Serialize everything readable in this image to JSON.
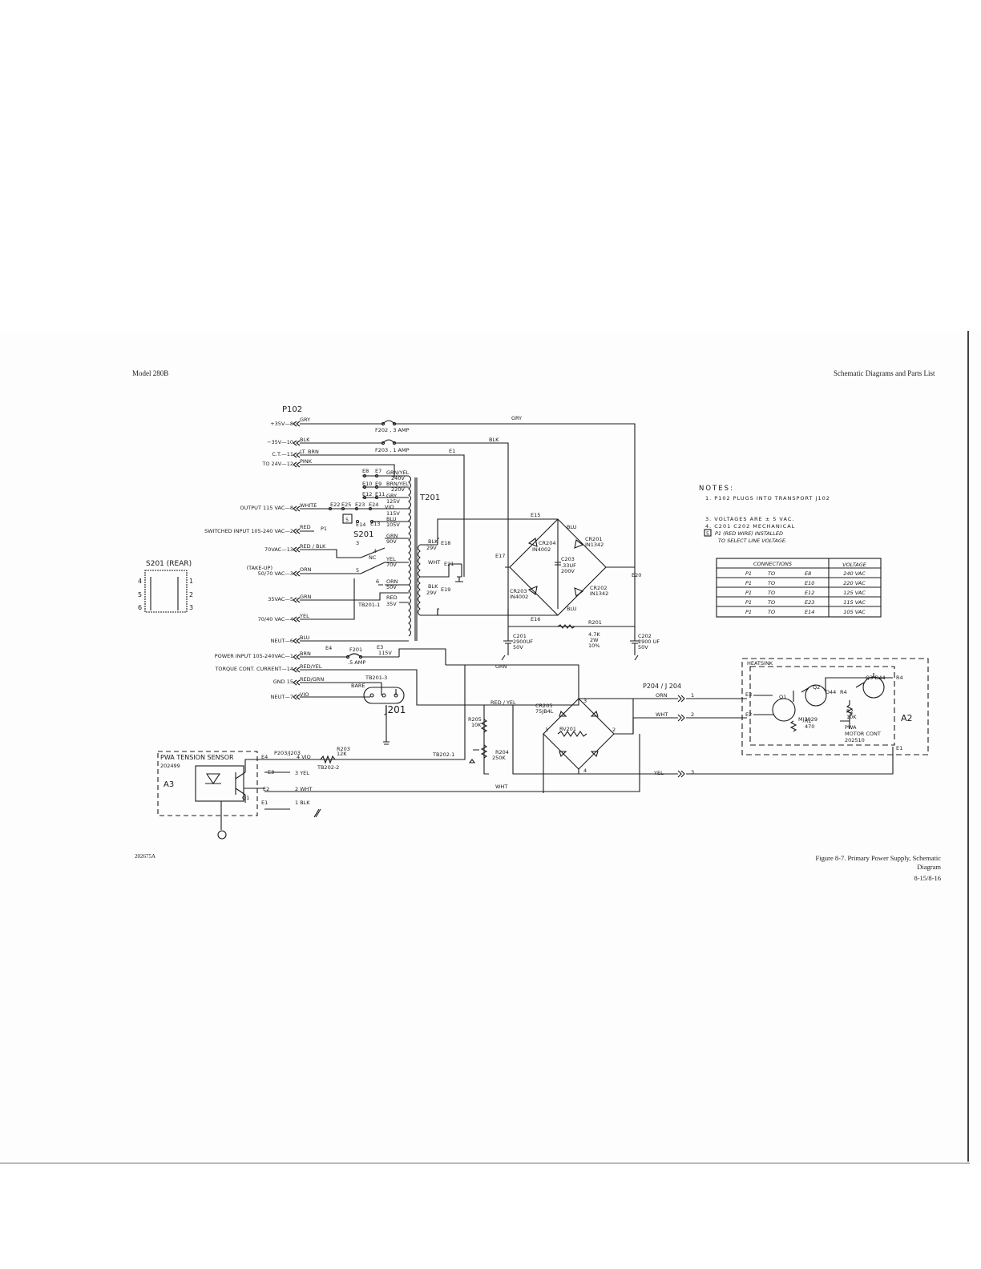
{
  "header": {
    "model": "Model 280B",
    "section": "Schematic Diagrams and Parts List"
  },
  "footer": {
    "drawing_number": "202675A",
    "caption_line1": "Figure 8-7.  Primary Power Supply, Schematic",
    "caption_line2": "Diagram",
    "page": "8-15/8-16"
  },
  "connector_p102": {
    "title": "P102",
    "pins": [
      {
        "label": "+35V—8",
        "wire": "GRY"
      },
      {
        "label": "−35V—10",
        "wire": "BLK"
      },
      {
        "label": "C.T.—11",
        "wire": "LT. BRN"
      },
      {
        "label": "TO 24V—12",
        "wire": "PINK"
      },
      {
        "label": "OUTPUT 115 VAC—8",
        "wire": "WHITE"
      },
      {
        "label": "SWITCHED INPUT 105-240 VAC—2",
        "wire": "RED"
      },
      {
        "label": "70VAC—13",
        "wire": "RED / BLK"
      },
      {
        "label": "(TAKE-UP)",
        "wire": ""
      },
      {
        "label": "50/70 VAC—3",
        "wire": "ORN"
      },
      {
        "label": "35VAC—5",
        "wire": "GRN"
      },
      {
        "label": "70/40 VAC—4",
        "wire": "YEL"
      },
      {
        "label": "NEUT—6",
        "wire": "BLU"
      },
      {
        "label": "POWER INPUT 105-240VAC—1",
        "wire": "BRN"
      },
      {
        "label": "TORQUE CONT. CURRENT—14",
        "wire": "RED/YEL"
      },
      {
        "label": "GND 15",
        "wire": "RED/GRN"
      },
      {
        "label": "NEUT—7",
        "wire": "VIO"
      }
    ]
  },
  "components": {
    "f202": "F202 , 3 AMP",
    "f203": "F203 , 1 AMP",
    "f201": "F201",
    "f201_rating": ".5 AMP",
    "t201": "T201",
    "s201": "S201",
    "s201_rear": "S201 (REAR)",
    "j201": "J201",
    "tb201": "TB201-1",
    "tb201_3": "TB201-3",
    "bare": "BARE",
    "cr204": "CR204",
    "cr204_part": "IN4002",
    "cr203": "CR203",
    "cr203_part": "IN4002",
    "cr201": "CR201",
    "cr201_part": "IN1342",
    "cr202": "CR202",
    "cr202_part": "IN1342",
    "c203": "C203",
    "c203_val": ".33UF",
    "c203_v": "200V",
    "c201": "C201",
    "c201_val": "2900UF",
    "c201_v": "50V",
    "c202": "C202",
    "c202_val": "2900 UF",
    "c202_v": "50V",
    "r201": "R201",
    "r201_val": "4.7K",
    "r201_w": "2W",
    "r201_tol": "10%",
    "cr205": "CR205",
    "cr205_part": "75JB4L",
    "rv201": "RV201",
    "r205": "R205",
    "r205_val": "10K",
    "r204": "R204",
    "r204_val": "250K",
    "r203": "R203",
    "r203_val": "12K",
    "tb202_1": "TB202-1",
    "tb202_2": "TB202-2",
    "p203": "P203/J203",
    "p204": "P204 / J 204",
    "taps": [
      "GRN/YEL",
      "240V",
      "BRN/YEL",
      "220V",
      "GRY",
      "125V",
      "VIO",
      "115V",
      "BLU",
      "105V",
      "GRN",
      "90V",
      "YEL",
      "70V",
      "ORN",
      "50V",
      "RED",
      "35V"
    ],
    "tap_points": [
      "E8",
      "E7",
      "E10",
      "E9",
      "E12",
      "E11",
      "E22",
      "E25",
      "E23",
      "E24",
      "E14",
      "E13",
      "E15",
      "E16",
      "E17",
      "E18",
      "E19",
      "E20",
      "E21",
      "E1",
      "E3",
      "E4"
    ],
    "secondary": [
      "BLK",
      "29V",
      "WHT",
      "BLK",
      "29V",
      "BLU",
      "BLU"
    ]
  },
  "switch_labels": {
    "nc": "NC",
    "p1": "P1",
    "five_box": "5"
  },
  "s201_rows": [
    "4",
    "5",
    "6",
    "1",
    "2",
    "3"
  ],
  "wires": {
    "grn": "GRN",
    "red_yel": "RED / YEL",
    "orn": "ORN",
    "wht": "WHT",
    "yel": "YEL",
    "gry": "GRY",
    "blk": "BLK"
  },
  "tension_sensor": {
    "title": "PWA TENSION SENSOR",
    "part": "202499",
    "assembly": "A3",
    "q": "Q1",
    "pins": [
      {
        "e": "E4",
        "wire": "4 VIO"
      },
      {
        "e": "E3",
        "wire": "3 YEL"
      },
      {
        "e": "E2",
        "wire": "2 WHT"
      },
      {
        "e": "E1",
        "wire": "1 BLK"
      }
    ]
  },
  "motor_control": {
    "heatsink": "HEATSINK",
    "q1": "Q1",
    "q1_part": "MJ3029",
    "q2": "Q2",
    "q2_part": "D44",
    "q3": "Q3 D44",
    "r4": "R4",
    "r4b": "R4",
    "r2": "R2",
    "r2_val": "10K",
    "r1": "R1",
    "r1_val": "470",
    "pwa": "PWA",
    "pwa_name": "MOTOR CONT",
    "pwa_part": "202510",
    "assembly": "A2",
    "e3": "E3",
    "e2": "E2",
    "e1": "E1"
  },
  "notes": {
    "title": "NOTES:",
    "items": [
      "1. P102 PLUGS INTO TRANSPORT J102",
      "3. VOLTAGES ARE ± 5 VAC.",
      "4. C201 C202 MECHANICAL",
      "P1 (RED WIRE) INSTALLED",
      "TO SELECT LINE VOLTAGE."
    ],
    "boxed_num": "5"
  },
  "connections_table": {
    "headers": [
      "CONNECTIONS",
      "VOLTAGE"
    ],
    "rows": [
      [
        "P1",
        "TO",
        "E8",
        "240 VAC"
      ],
      [
        "P1",
        "TO",
        "E10",
        "220 VAC"
      ],
      [
        "P1",
        "TO",
        "E12",
        "125 VAC"
      ],
      [
        "P1",
        "TO",
        "E23",
        "115 VAC"
      ],
      [
        "P1",
        "TO",
        "E14",
        "105 VAC"
      ]
    ]
  }
}
